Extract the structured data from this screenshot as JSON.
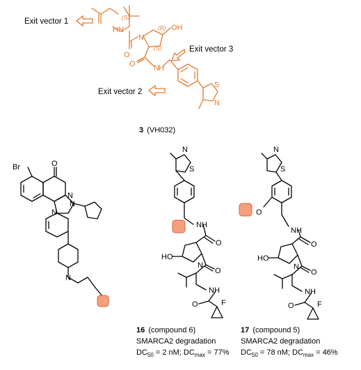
{
  "vh032": {
    "exit_vectors": [
      "Exit vector 1",
      "Exit vector 2",
      "Exit vector 3"
    ],
    "stereo": [
      "(S)",
      "(R)",
      "(S)"
    ],
    "atoms": {
      "N": "N",
      "H": "H",
      "O": "O",
      "OH": "OH",
      "S": "S",
      "HN": "HN"
    },
    "compound_number": "3",
    "compound_name": "(VH032)"
  },
  "left_ligand": {
    "atoms": {
      "Br": "Br",
      "O": "O",
      "N": "N"
    }
  },
  "compound16": {
    "number": "16",
    "ref": "(compound 6)",
    "activity": "SMARCA2 degradation",
    "dc50_label": "DC",
    "dc50_sub": "50",
    "dc50_value": " = 2 nM; DC",
    "dmax_sub": "max",
    "dmax_value": " = 77%",
    "atoms": {
      "N": "N",
      "S": "S",
      "NH": "NH",
      "HO": "HO",
      "O": "O",
      "F": "F"
    }
  },
  "compound17": {
    "number": "17",
    "ref": "(compound 5)",
    "activity": "SMARCA2 degradation",
    "dc50_label": "DC",
    "dc50_sub": "50",
    "dc50_value": " = 78 nM; DC",
    "dmax_sub": "max",
    "dmax_value": " = 46%",
    "atoms": {
      "N": "N",
      "S": "S",
      "NH": "NH",
      "HO": "HO",
      "O": "O",
      "F": "F"
    }
  },
  "colors": {
    "accent": "#e07a2e",
    "highlight": "#f2a07e"
  }
}
